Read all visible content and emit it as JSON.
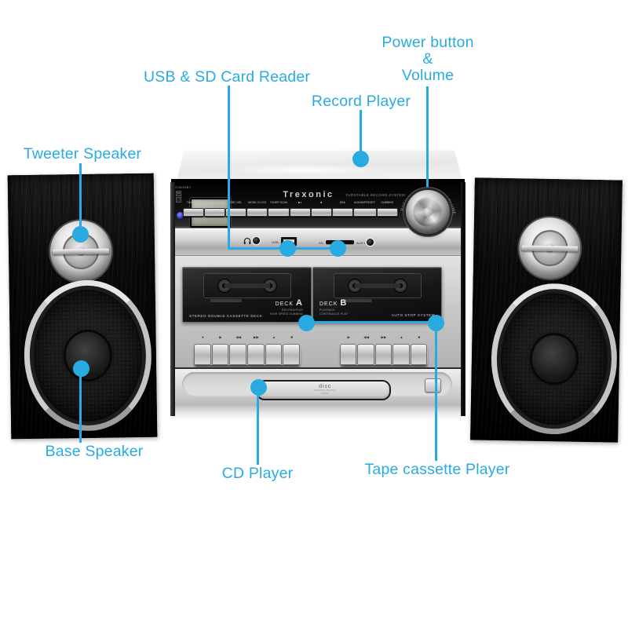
{
  "colors": {
    "accent": "#29abe2"
  },
  "callouts": {
    "tweeter": "Tweeter Speaker",
    "usb_sd": "USB & SD Card Reader",
    "record_player": "Record Player",
    "power_line1": "Power button",
    "power_line2": "&",
    "power_line3": "Volume",
    "base": "Base Speaker",
    "cd": "CD Player",
    "tape": "Tape cassette Player"
  },
  "unit": {
    "brand": "Trexonic",
    "tagline": "TURNTABLE RECORD SYSTEM",
    "standby_label": "STANDBY",
    "bt_label": "BT",
    "knob_text": "PUSH POWER/ROTARY VOLUME",
    "panel_keys": [
      "FUNCTION",
      "SLEEP TIMER",
      "REC DEL",
      "MODE CLOCK",
      "TUNER SCAN",
      "▶⏸",
      "■",
      "DBA",
      "ALBUM/PRESET DOWN·UP",
      "DUBBING"
    ],
    "ports": {
      "usb_label": "USB",
      "sd_label": "SD",
      "aux_label": "AUX IN"
    },
    "cassette": {
      "left_caption": "STEREO DOUBLE CASSETTE DECK",
      "deck_a_word": "DECK",
      "deck_a_letter": "A",
      "deck_a_sub1": "RECORD/PLAY",
      "deck_a_sub2": "HIGH SPEED DUBBING",
      "deck_b_word": "DECK",
      "deck_b_letter": "B",
      "deck_b_sub1": "PLAYBACK",
      "deck_b_sub2": "CONTINUOUS  PLAY",
      "right_caption": "AUTO STOP SYSTEM",
      "transport_left": [
        "●",
        "▶",
        "◀◀",
        "▶▶",
        "▲",
        "■"
      ],
      "transport_right": [
        "▶",
        "◀◀",
        "▶▶",
        "▲",
        "■"
      ]
    },
    "cd": {
      "logo_main": "disc",
      "logo_sub": "COMPACT DIGITAL AUDIO"
    }
  }
}
